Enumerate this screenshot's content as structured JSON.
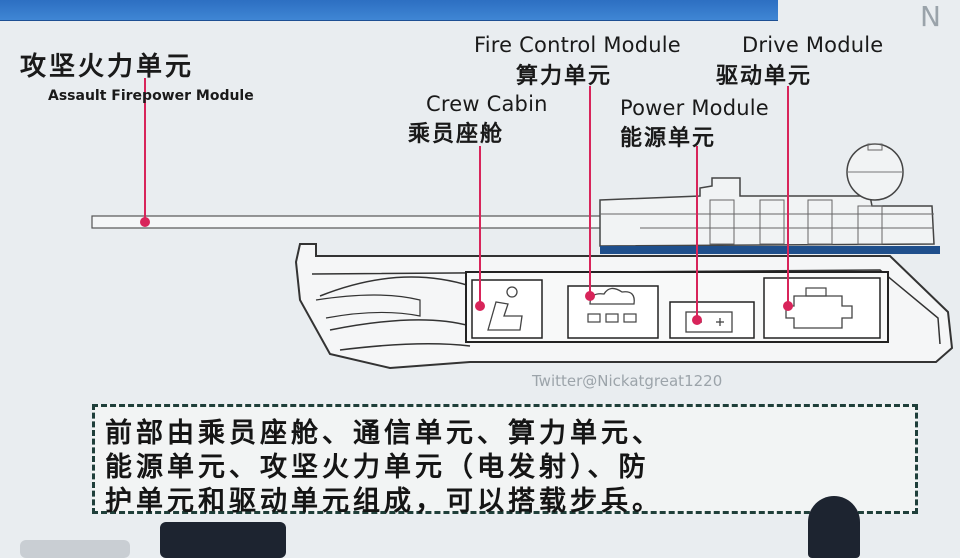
{
  "header": {
    "right_glyph": "N"
  },
  "labels": {
    "assault": {
      "cn": "攻坚火力单元",
      "en": "Assault Firepower Module"
    },
    "fire_control": {
      "en": "Fire Control Module",
      "cn": "算力单元"
    },
    "drive": {
      "en": "Drive Module",
      "cn": "驱动单元"
    },
    "crew": {
      "en": "Crew Cabin",
      "cn": "乘员座舱"
    },
    "power": {
      "en": "Power Module",
      "cn": "能源单元"
    }
  },
  "watermark": "Twitter@Nickatgreat1220",
  "description": {
    "lines": [
      "前部由乘员座舱、通信单元、算力单元、",
      "能源单元、攻坚火力单元（电发射）、防",
      "护单元和驱动单元组成，可以搭载步兵。"
    ]
  },
  "colors": {
    "accent_line": "#d8245a",
    "title_bar": "#3479c8"
  },
  "icons": [
    "seat-icon",
    "cloud-network-icon",
    "battery-icon",
    "engine-icon"
  ]
}
